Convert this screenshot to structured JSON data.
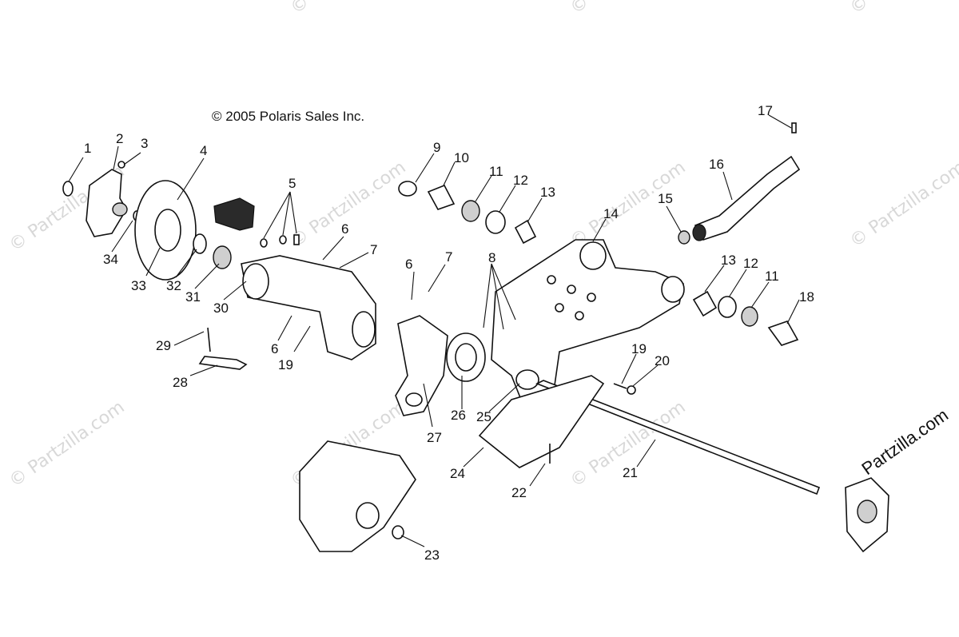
{
  "copyright": "© 2005 Polaris Sales Inc.",
  "watermark": "© Partzilla.com",
  "brand_watermark": "Partzilla.com",
  "callouts": [
    "1",
    "2",
    "3",
    "4",
    "5",
    "6",
    "7",
    "6",
    "7",
    "8",
    "9",
    "10",
    "11",
    "12",
    "13",
    "14",
    "15",
    "16",
    "17",
    "13",
    "12",
    "11",
    "18",
    "19",
    "20",
    "21",
    "22",
    "23",
    "24",
    "25",
    "26",
    "27",
    "28",
    "29",
    "30",
    "31",
    "32",
    "33",
    "34",
    "6",
    "19"
  ]
}
